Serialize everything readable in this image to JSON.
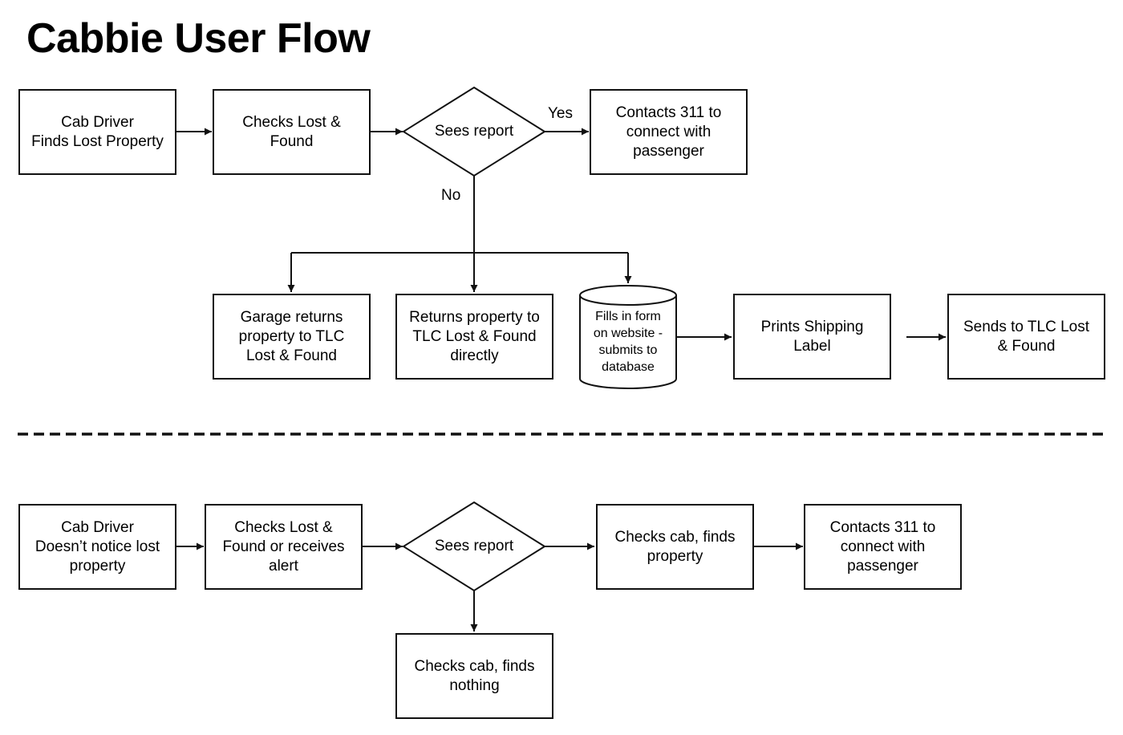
{
  "title": "Cabbie User Flow",
  "flow_top": {
    "start": "Cab Driver\nFinds Lost Property",
    "checks": "Checks Lost &\nFound",
    "decision": "Sees report",
    "yes_label": "Yes",
    "no_label": "No",
    "contacts": "Contacts 311 to\nconnect with\npassenger",
    "garage": "Garage returns\nproperty to TLC\nLost & Found",
    "returns": "Returns property to\nTLC Lost & Found\ndirectly",
    "form": "Fills in form\non website -\nsubmits to\ndatabase",
    "prints": "Prints Shipping\nLabel",
    "sends": "Sends to TLC Lost\n& Found"
  },
  "flow_bottom": {
    "start": "Cab Driver\nDoesn’t notice lost\nproperty",
    "checks": "Checks Lost &\nFound or receives\nalert",
    "decision": "Sees report",
    "finds": "Checks cab, finds\nproperty",
    "contacts": "Contacts 311 to\nconnect with\npassenger",
    "nothing": "Checks cab, finds\nnothing"
  }
}
